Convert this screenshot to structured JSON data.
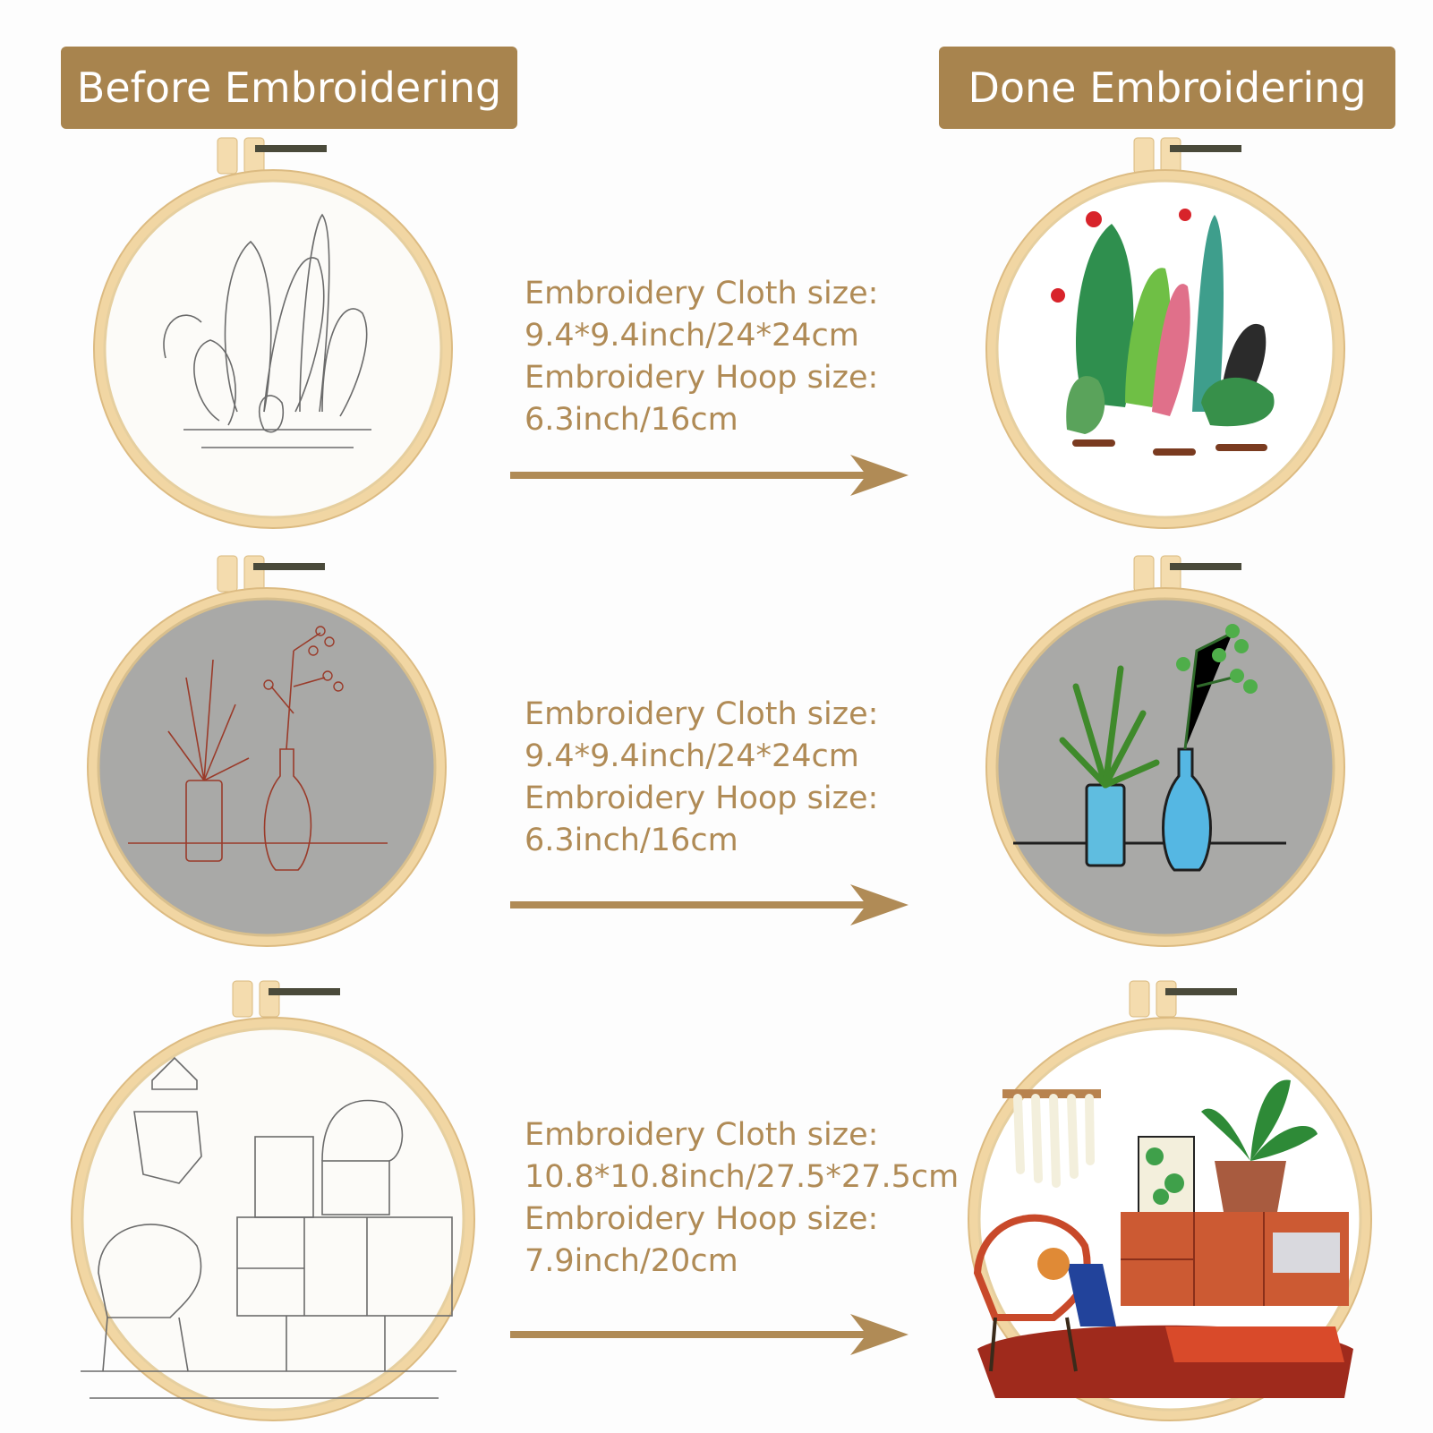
{
  "headers": {
    "before": "Before Embroidering",
    "after": "Done Embroidering"
  },
  "rows": [
    {
      "cloth_label": "Embroidery Cloth size:",
      "cloth_size": "9.4*9.4inch/24*24cm",
      "hoop_label": "Embroidery Hoop size:",
      "hoop_size": "6.3inch/16cm",
      "fabric": "#ffffff",
      "design": "cactus"
    },
    {
      "cloth_label": "Embroidery Cloth size:",
      "cloth_size": "9.4*9.4inch/24*24cm",
      "hoop_label": "Embroidery Hoop size:",
      "hoop_size": "6.3inch/16cm",
      "fabric": "#a9a9a7",
      "design": "vases"
    },
    {
      "cloth_label": "Embroidery Cloth size:",
      "cloth_size": "10.8*10.8inch/27.5*27.5cm",
      "hoop_label": "Embroidery Hoop size:",
      "hoop_size": "7.9inch/20cm",
      "fabric": "#ffffff",
      "design": "room"
    }
  ],
  "colors": {
    "accent": "#a8844e",
    "text_accent": "#b08b56",
    "hoop_wood": "#f1d6a3"
  }
}
